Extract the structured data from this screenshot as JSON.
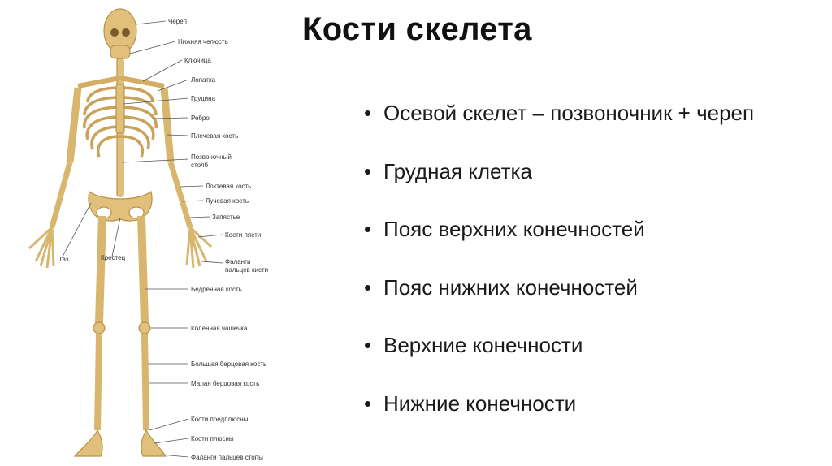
{
  "title": "Кости скелета",
  "bullets": [
    "Осевой скелет – позвоночник + череп",
    "Грудная клетка",
    "Пояс верхних конечностей",
    "Пояс нижних конечностей",
    "Верхние конечности",
    "Нижние конечности"
  ],
  "skeleton_labels": {
    "skull": "Череп",
    "jaw": "Нижняя челюсть",
    "clavicle": "Ключица",
    "scapula": "Лопатка",
    "sternum": "Грудина",
    "rib": "Ребро",
    "humerus": "Плечевая кость",
    "spine_1": "Позвоночный",
    "spine_2": "столб",
    "ulna": "Локтевая кость",
    "radius": "Лучевая кость",
    "wrist": "Запястье",
    "metacarpal": "Кости пясти",
    "phalanges_hand_1": "Фаланги",
    "phalanges_hand_2": "пальцев кисти",
    "pelvis": "Таз",
    "sacrum": "Крестец",
    "femur": "Бедренная кость",
    "patella": "Коленная чашечка",
    "tibia": "Большая берцовая кость",
    "fibula": "Малая берцовая кость",
    "tarsal": "Кости предплюсны",
    "metatarsal": "Кости плюсны",
    "phalanges_foot": "Фаланги пальцев стопы"
  },
  "colors": {
    "bone": "#e0c07a",
    "bone_shade": "#b8924a",
    "line": "#555555"
  }
}
